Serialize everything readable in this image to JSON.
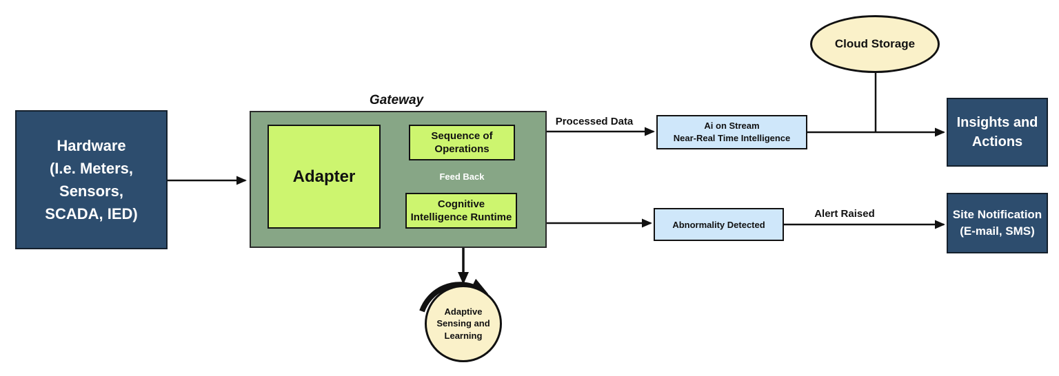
{
  "diagram": {
    "colors": {
      "dark_blue": "#2d4d6e",
      "sage_green": "#87a686",
      "bright_green": "#cdf56f",
      "light_blue": "#cfe7fa",
      "cream": "#faf1c9",
      "line": "#111111",
      "text_dark": "#111111",
      "text_light": "#ffffff"
    },
    "nodes": {
      "hardware": {
        "label": "Hardware\n(I.e. Meters,\nSensors,\nSCADA, IED)"
      },
      "gateway": {
        "label": "Gateway"
      },
      "adapter": {
        "label": "Adapter"
      },
      "sequence": {
        "label": "Sequence of\nOperations"
      },
      "cognitive": {
        "label": "Cognitive\nIntelligence Runtime"
      },
      "ai_stream": {
        "label": "Ai on Stream\nNear-Real Time Intelligence"
      },
      "abnormality": {
        "label": "Abnormality Detected"
      },
      "cloud": {
        "label": "Cloud Storage"
      },
      "insights": {
        "label": "Insights and\nActions"
      },
      "site_notification": {
        "label": "Site Notification\n(E-mail, SMS)"
      },
      "adaptive": {
        "label": "Adaptive\nSensing and\nLearning"
      }
    },
    "edge_labels": {
      "processed_data": "Processed Data",
      "feed_back": "Feed Back",
      "alert_raised": "Alert Raised"
    }
  }
}
